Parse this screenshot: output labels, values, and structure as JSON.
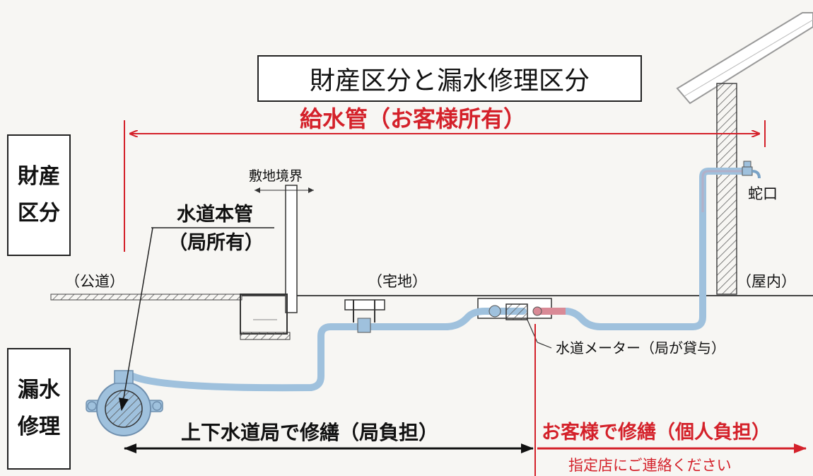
{
  "title": "財産区分と漏水修理区分",
  "side_labels": {
    "property": [
      "財産",
      "区分"
    ],
    "leak": [
      "漏水",
      "修理"
    ]
  },
  "labels": {
    "supply_pipe": "給水管（お客様所有）",
    "boundary": "敷地境界",
    "main_pipe_1": "水道本管",
    "main_pipe_2": "（局所有）",
    "public_road": "（公道）",
    "private_land": "（宅地）",
    "indoor": "（屋内）",
    "faucet": "蛇口",
    "meter": "水道メーター（局が貸与）",
    "bureau_repair": "上下水道局で修繕（局負担）",
    "customer_repair": "お客様で修繕（個人負担）",
    "contact": "指定店にご連絡ください"
  },
  "colors": {
    "red": "#d4212a",
    "pipe": "#9fc1dd",
    "pipe_red": "#d98a96",
    "line": "#222222"
  }
}
